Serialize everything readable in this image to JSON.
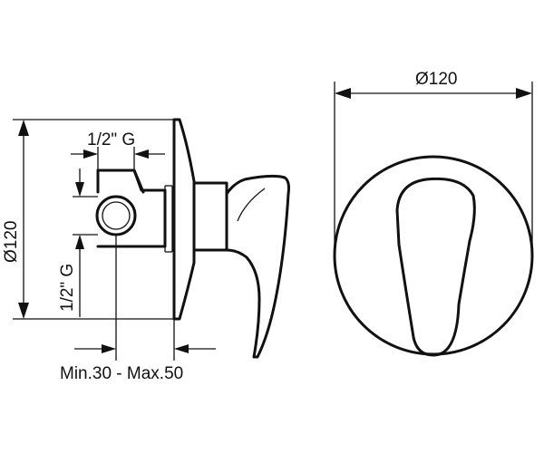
{
  "labels": {
    "front_diameter": "Ø120",
    "side_diameter": "Ø120",
    "top_thread": "1/2\" G",
    "side_thread": "1/2\" G",
    "depth_range": "Min.30 - Max.50"
  },
  "colors": {
    "line": "#111111",
    "background": "#ffffff"
  }
}
